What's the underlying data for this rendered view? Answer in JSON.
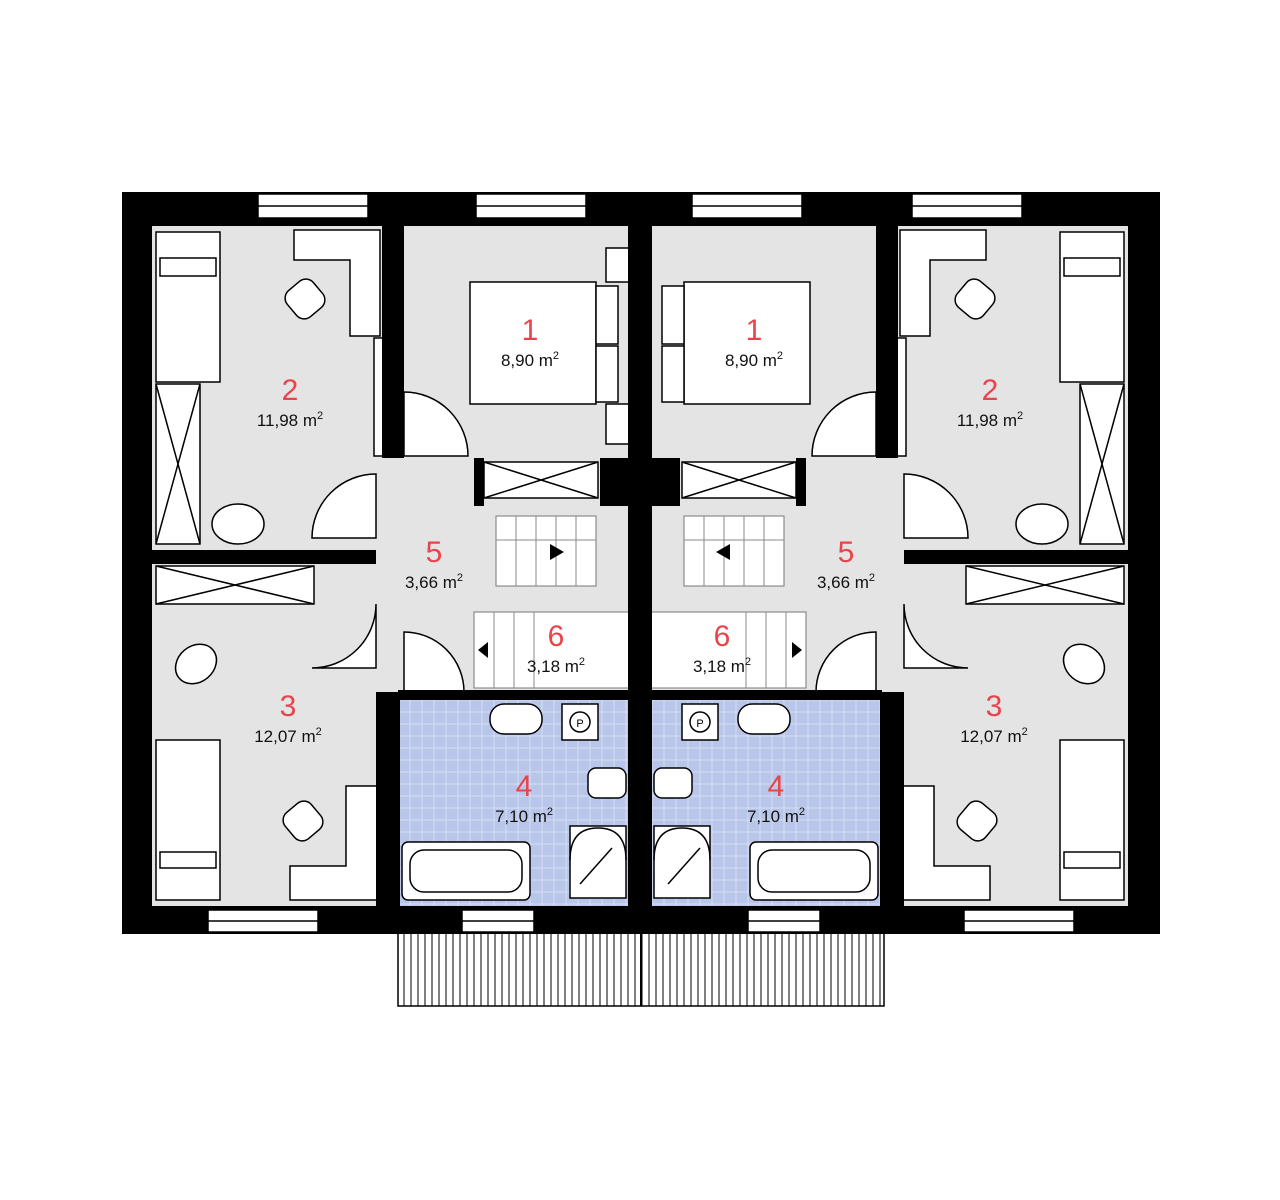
{
  "colors": {
    "wall": "#000000",
    "floor": "#e4e4e4",
    "bath_tile": "#b8c6ea",
    "label_number": "#e9434b",
    "label_area": "#111111",
    "fixture": "#ffffff"
  },
  "area_unit": "m",
  "area_unit_exponent": "2",
  "symbols": {
    "wc": "P"
  },
  "rooms": [
    {
      "number": "1",
      "area": "8,90"
    },
    {
      "number": "2",
      "area": "11,98"
    },
    {
      "number": "3",
      "area": "12,07"
    },
    {
      "number": "4",
      "area": "7,10"
    },
    {
      "number": "5",
      "area": "3,66"
    },
    {
      "number": "6",
      "area": "3,18"
    },
    {
      "number": "1",
      "area": "8,90"
    },
    {
      "number": "2",
      "area": "11,98"
    },
    {
      "number": "3",
      "area": "12,07"
    },
    {
      "number": "4",
      "area": "7,10"
    },
    {
      "number": "5",
      "area": "3,66"
    },
    {
      "number": "6",
      "area": "3,18"
    }
  ]
}
